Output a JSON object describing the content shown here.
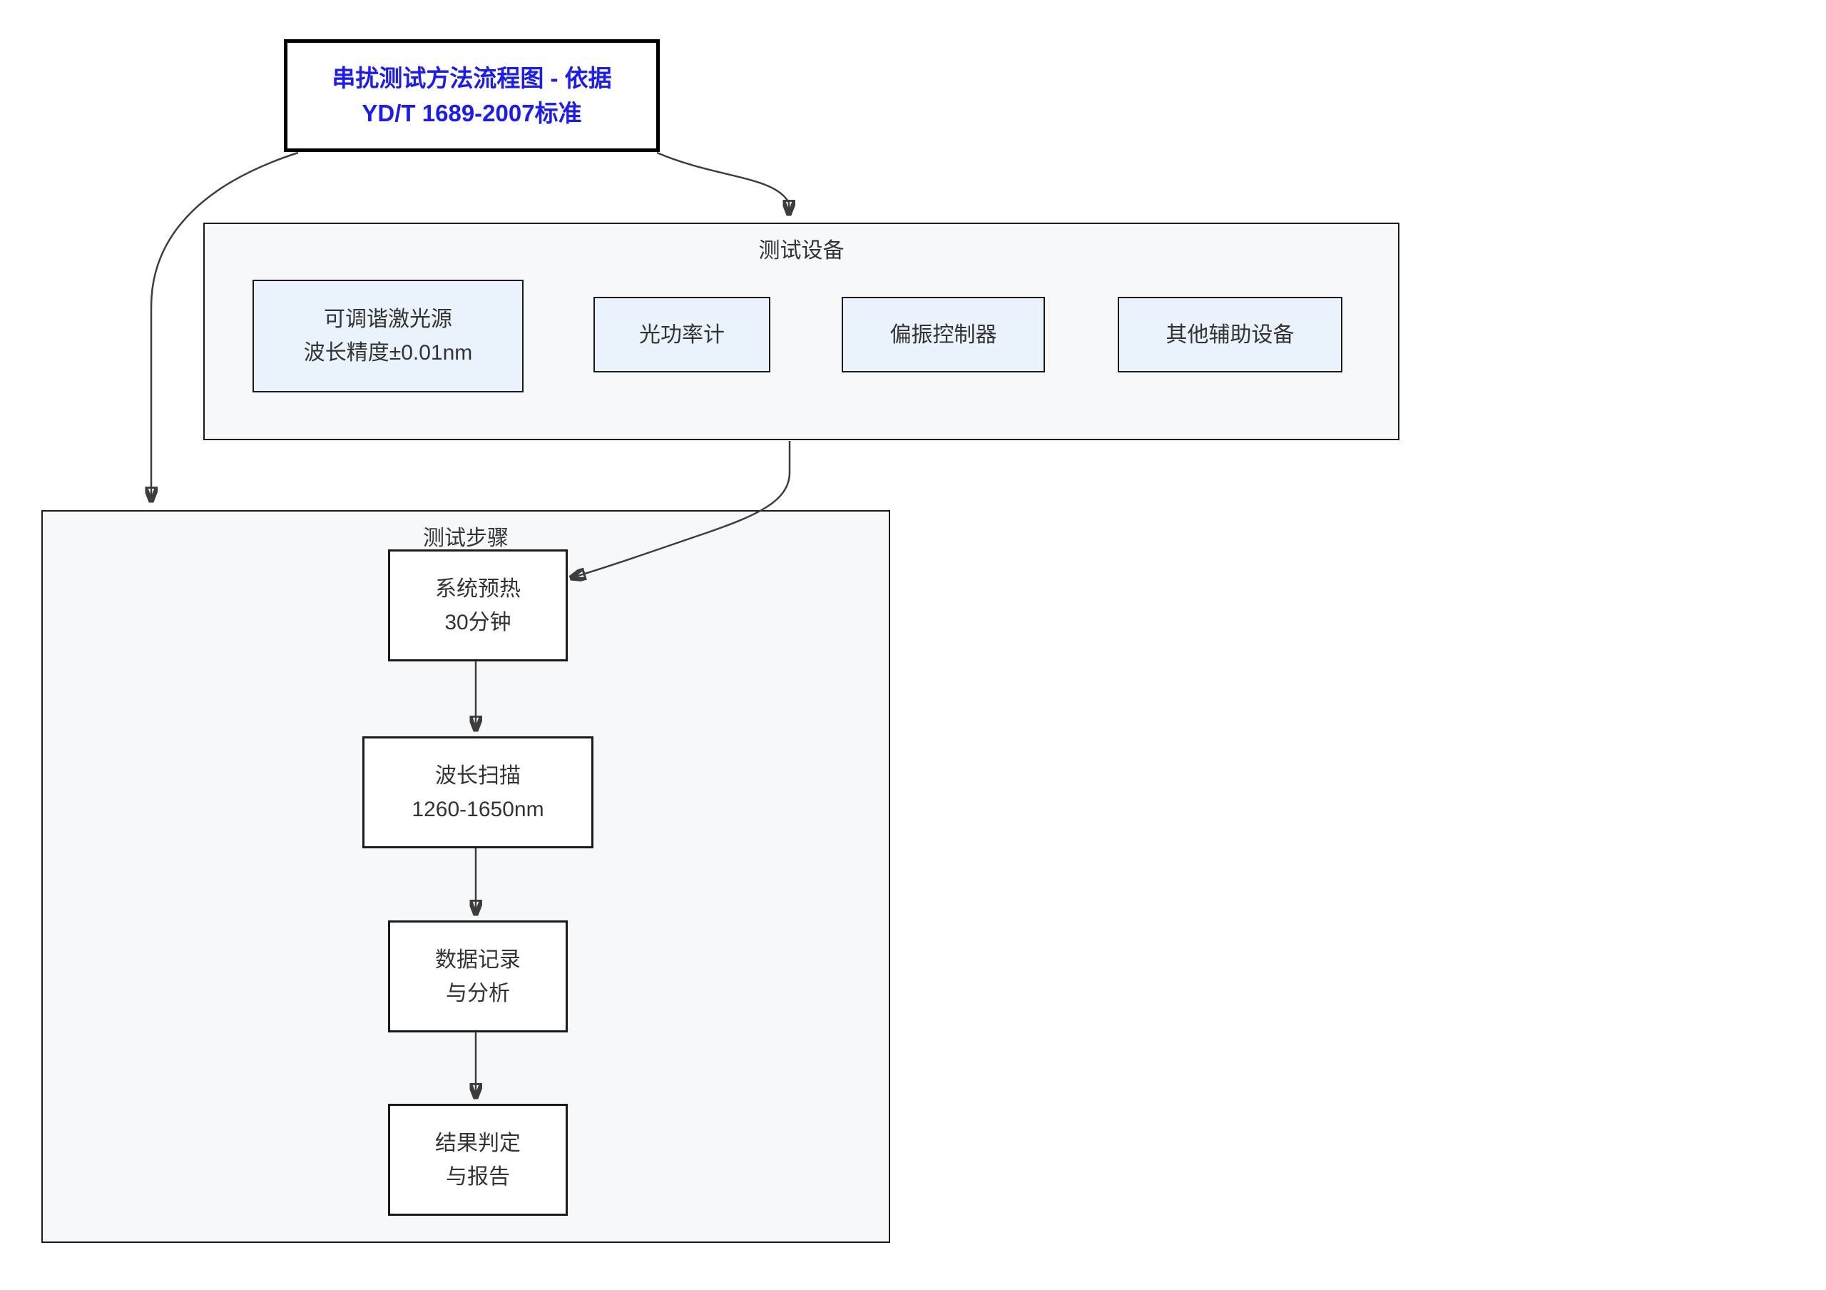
{
  "diagram": {
    "title": {
      "line1": "串扰测试方法流程图 - 依据",
      "line2": "YD/T 1689-2007标准"
    },
    "equipment": {
      "label": "测试设备",
      "items": [
        {
          "line1": "可调谐激光源",
          "line2": "波长精度±0.01nm"
        },
        {
          "line1": "光功率计"
        },
        {
          "line1": "偏振控制器"
        },
        {
          "line1": "其他辅助设备"
        }
      ]
    },
    "steps": {
      "label": "测试步骤",
      "items": [
        {
          "line1": "系统预热",
          "line2": "30分钟"
        },
        {
          "line1": "波长扫描",
          "line2": "1260-1650nm"
        },
        {
          "line1": "数据记录",
          "line2": "与分析"
        },
        {
          "line1": "结果判定",
          "line2": "与报告"
        }
      ]
    }
  },
  "colors": {
    "title-text": "#1a1aff",
    "node-border": "#1a1a1a",
    "container-fill": "#f6f8fa",
    "equipment-node-fill": "#eaf2fb",
    "step-node-fill": "#ffffff",
    "text": "#333333",
    "arrow": "#3d3d3d"
  }
}
